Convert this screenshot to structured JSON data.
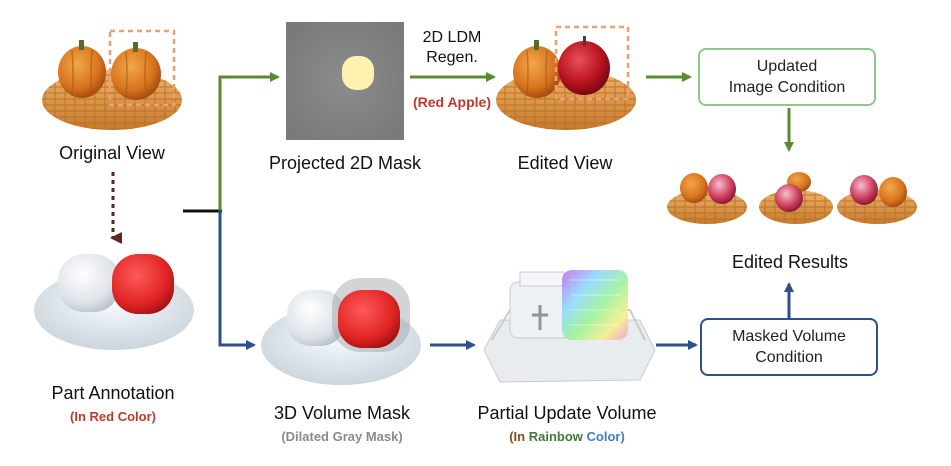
{
  "labels": {
    "original_view": "Original View",
    "part_annotation": "Part Annotation",
    "part_annotation_sub": "(In Red Color)",
    "projected_mask": "Projected 2D Mask",
    "ldm_line1": "2D LDM",
    "ldm_line2": "Regen.",
    "red_apple": "(Red Apple)",
    "edited_view": "Edited View",
    "updated_line1": "Updated",
    "updated_line2": "Image Condition",
    "edited_results": "Edited Results",
    "volume_mask": "3D Volume Mask",
    "volume_mask_sub": "(Dilated Gray Mask)",
    "partial_update": "Partial Update Volume",
    "partial_update_sub_pre": "(In ",
    "partial_update_sub_rainbow": "Rainbow",
    "partial_update_sub_post": " Color)",
    "masked_line1": "Masked Volume",
    "masked_line2": "Condition"
  },
  "colors": {
    "green_arrow": "#5a8a32",
    "blue_arrow": "#2e4f8e",
    "brown_arrow": "#5a2a1a",
    "red_text": "#c0392b",
    "gray_text": "#8a8a8a",
    "brown_text": "#8b4a1a",
    "green_text": "#3d7a3a",
    "blue_text": "#3b7fc4",
    "green_box": "#8cc98a",
    "blue_box": "#2e4f8e",
    "highlight": "#f0a070"
  }
}
